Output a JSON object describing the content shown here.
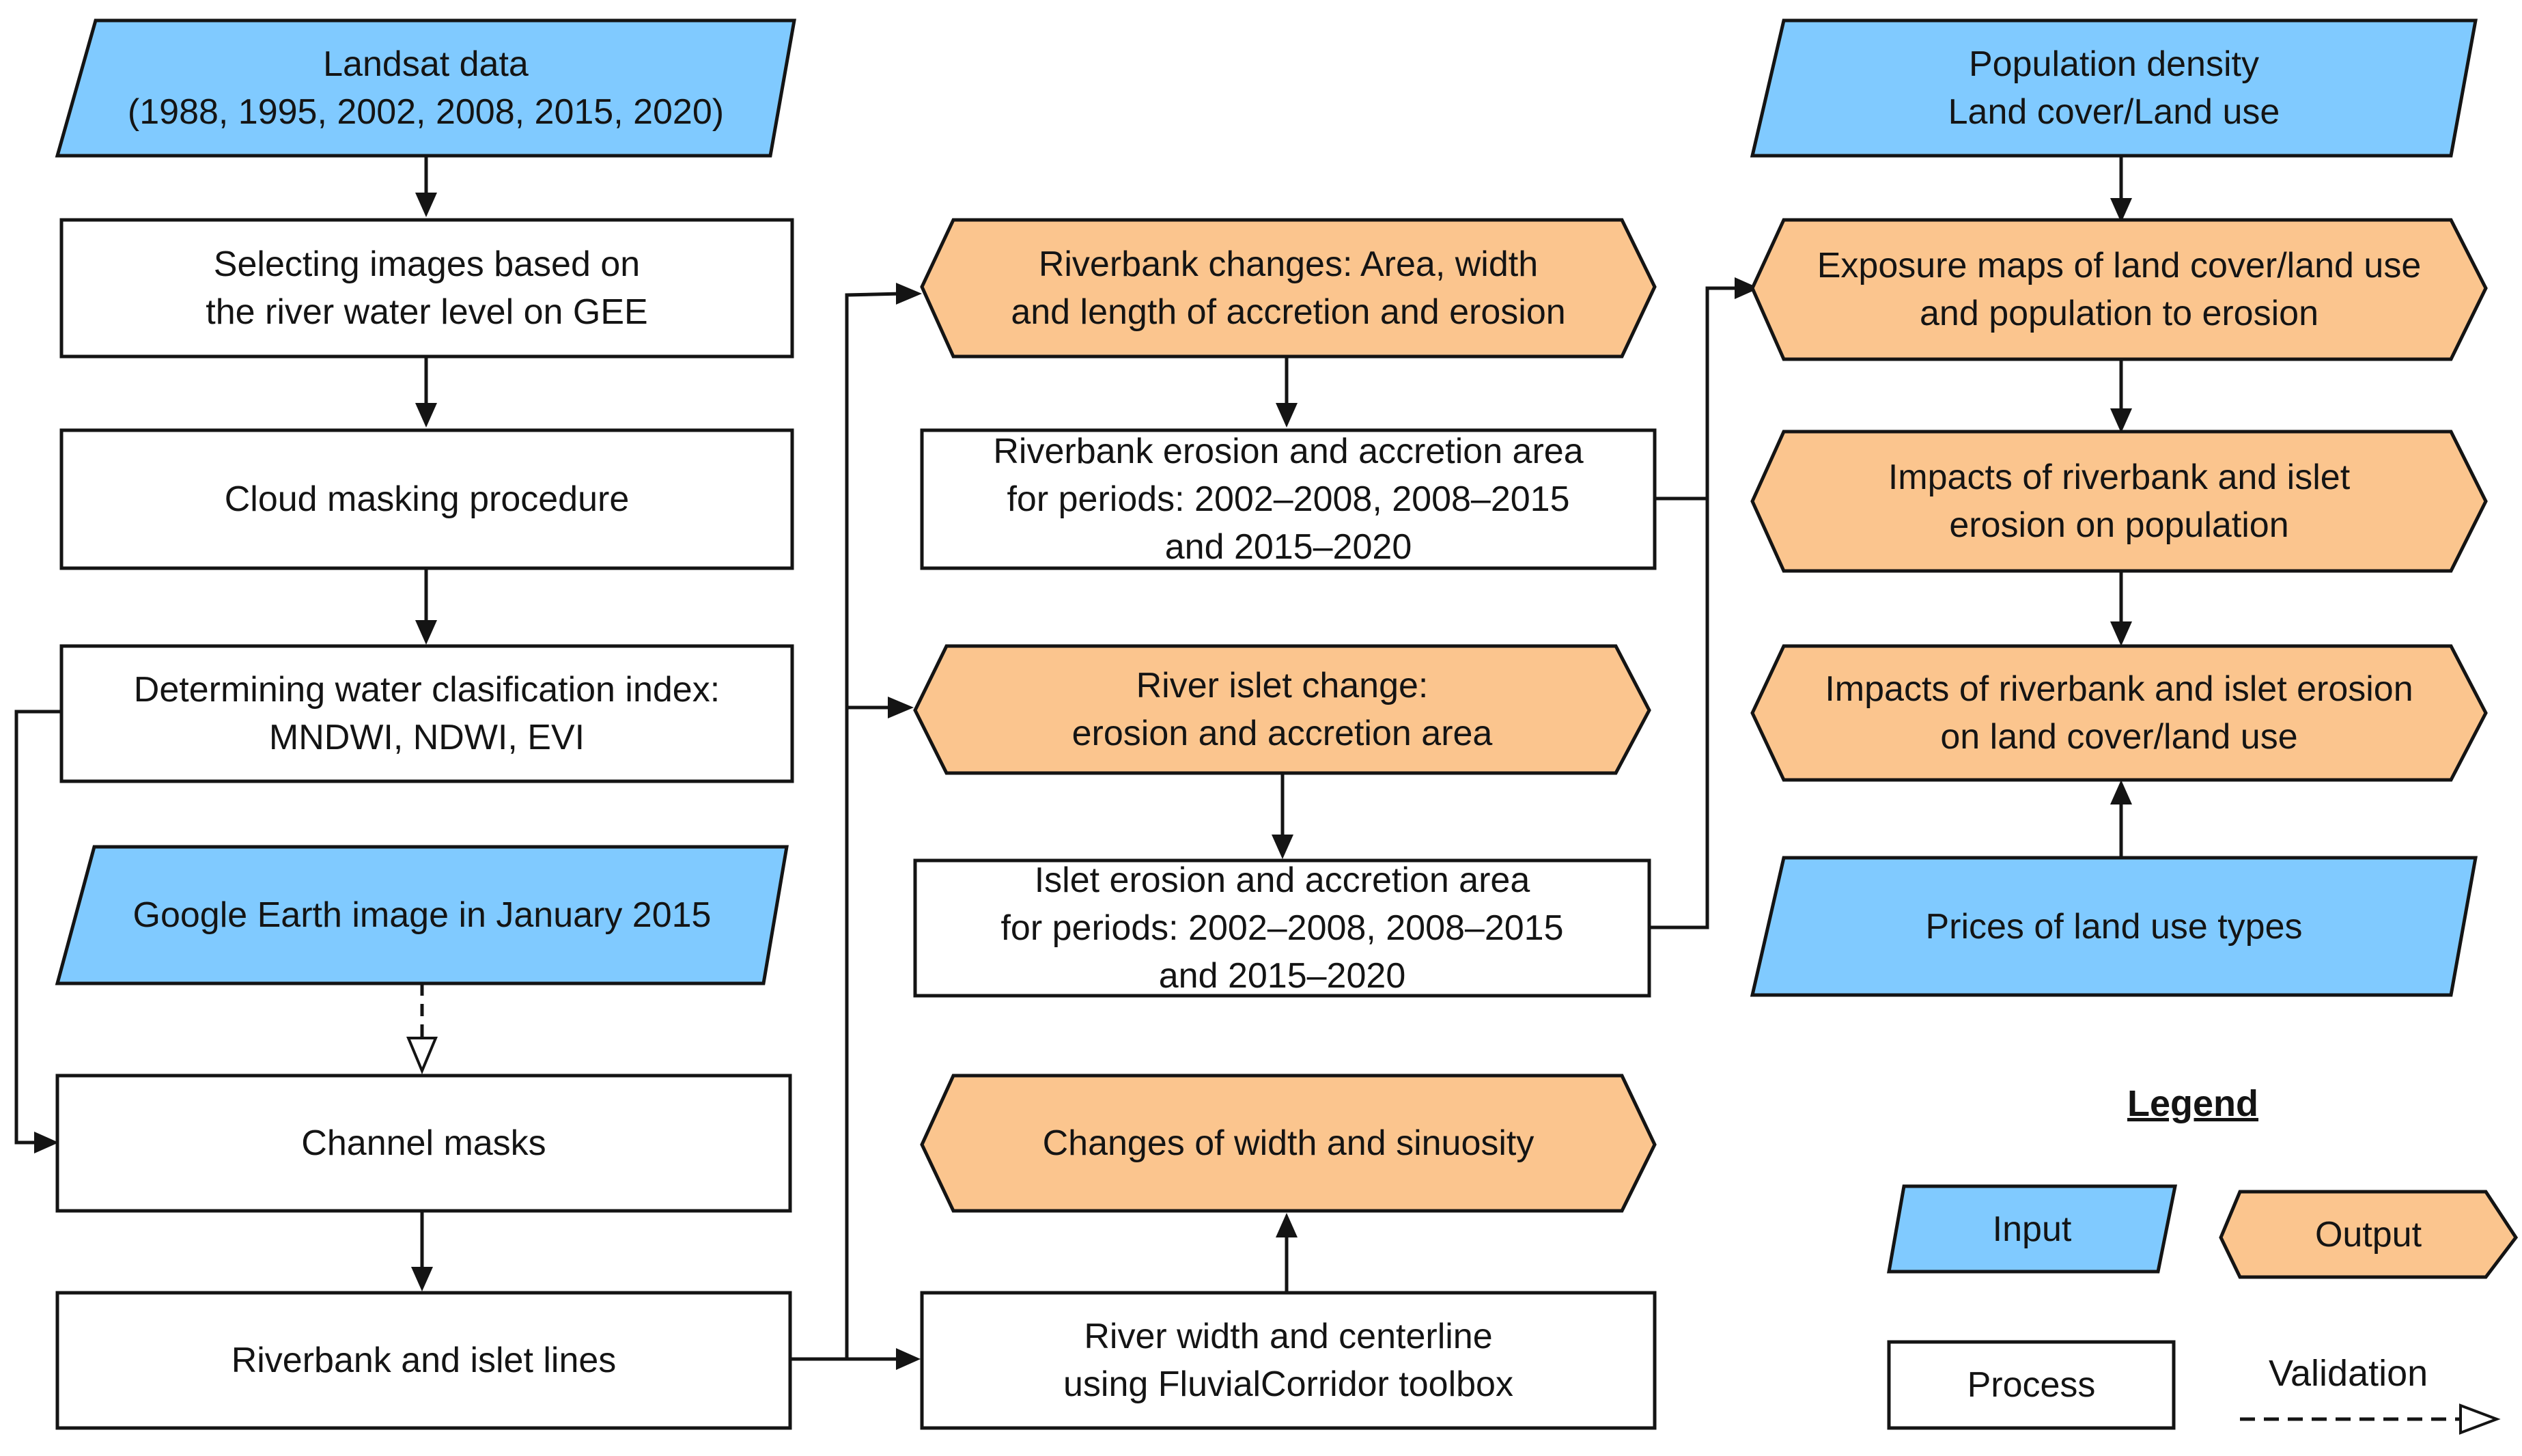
{
  "colors": {
    "input_fill": "#80caff",
    "output_fill": "#fbc58e",
    "process_fill": "#ffffff",
    "stroke": "#141414"
  },
  "nodes": {
    "landsat": "Landsat data\n(1988, 1995, 2002, 2008, 2015, 2020)",
    "selecting": "Selecting images based on\nthe river water level on GEE",
    "cloud": "Cloud masking procedure",
    "water_index": "Determining water clasification index:\nMNDWI, NDWI, EVI",
    "google_earth": "Google Earth image in January 2015",
    "channel_masks": "Channel masks",
    "riverbank_lines": "Riverbank and islet lines",
    "riverbank_changes": "Riverbank changes: Area, width\nand length of accretion and erosion",
    "riverbank_area": "Riverbank erosion and accretion area\nfor periods: 2002–2008, 2008–2015\nand 2015–2020",
    "islet_change": "River islet change:\nerosion and accretion area",
    "islet_area": "Islet erosion and accretion area\nfor periods: 2002–2008, 2008–2015\nand 2015–2020",
    "width_sinuosity": "Changes of width and sinuosity",
    "fluvial": "River width and centerline\nusing FluvialCorridor toolbox",
    "population": "Population density\nLand cover/Land use",
    "exposure": "Exposure maps of land cover/land use\nand population to erosion",
    "impacts_population": "Impacts of riverbank and islet\nerosion on population",
    "impacts_landuse": "Impacts of riverbank and islet erosion\non land cover/land use",
    "prices": "Prices of land use types"
  },
  "legend": {
    "title": "Legend",
    "input": "Input",
    "output": "Output",
    "process": "Process",
    "validation": "Validation"
  }
}
